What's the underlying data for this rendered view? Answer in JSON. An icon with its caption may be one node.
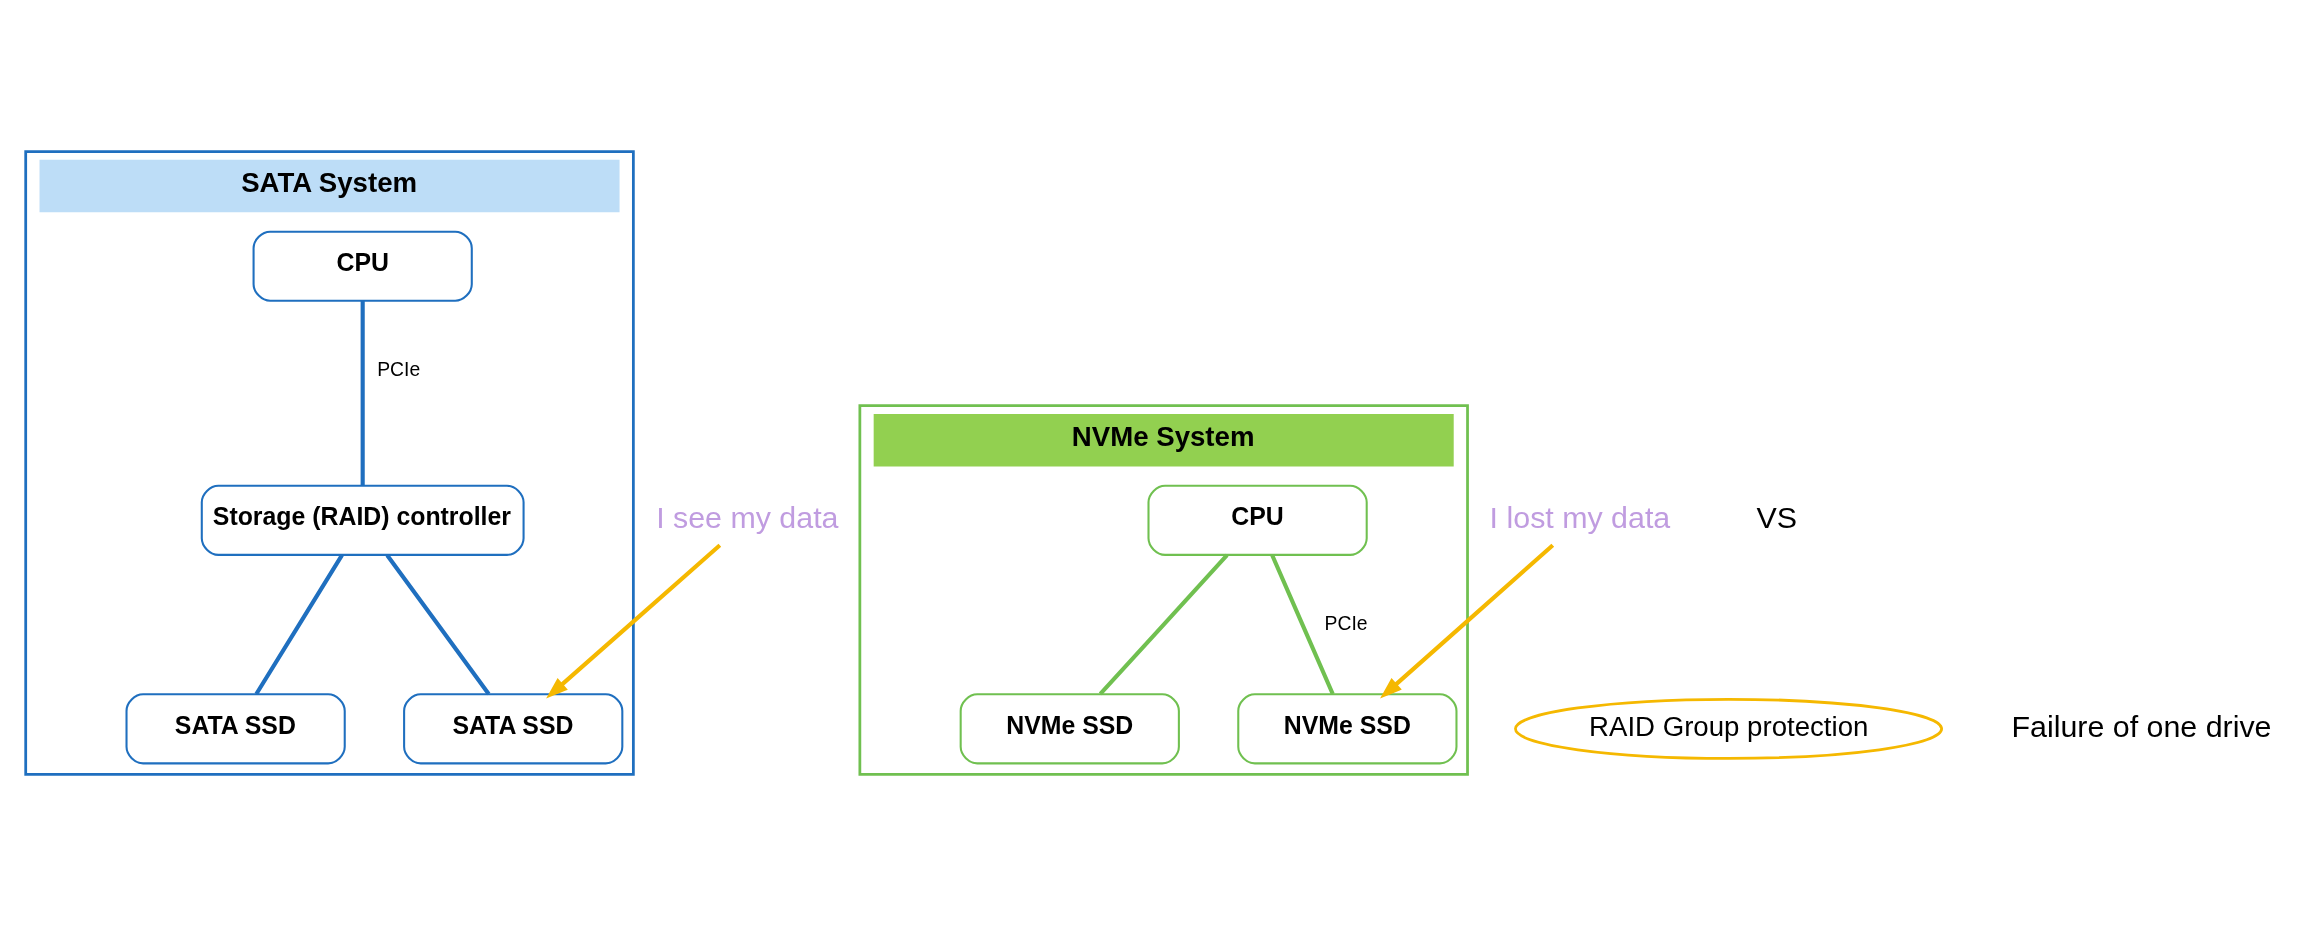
{
  "diagram": {
    "nodes": [
      {
        "text": [
          "SATA System"
        ]
      },
      {
        "text": [
          "CPU"
        ],
        "in": 0
      },
      {
        "text": [
          "Storage (RAID) controller"
        ],
        "in": 0
      },
      {
        "text": [
          "SATA SSD"
        ],
        "in": 0
      },
      {
        "text": [
          "SATA SSD"
        ],
        "in": 0
      },
      {
        "text": [
          "NVMe System"
        ]
      },
      {
        "text": [
          "CPU"
        ],
        "in": 5
      },
      {
        "text": [
          "NVMe SSD"
        ],
        "in": 5
      },
      {
        "text": [
          "NVMe SSD"
        ],
        "in": 5
      },
      {
        "text": [
          "I see my data"
        ]
      },
      {
        "text": [
          "I lost my data"
        ]
      },
      {
        "text": [
          "RAID Group protection"
        ]
      }
    ],
    "edges": [
      {
        "from": 1,
        "to": 2,
        "arrow": "none",
        "label": "PCIe",
        "color": "#1f6fbf"
      },
      {
        "from": 2,
        "to": 3,
        "arrow": "none",
        "color": "#1f6fbf"
      },
      {
        "from": 2,
        "to": 4,
        "arrow": "none",
        "color": "#1f6fbf"
      },
      {
        "from": 6,
        "to": 7,
        "arrow": "none",
        "label": "PCIe",
        "color": "#70c050"
      },
      {
        "from": 6,
        "to": 8,
        "arrow": "none",
        "color": "#70c050"
      },
      {
        "from": 9,
        "to": 4,
        "arrow": "to",
        "color": "#f5b800"
      },
      {
        "from": 10,
        "to": 7,
        "arrow": "to",
        "color": "#f5b800"
      }
    ],
    "labels": [
      "VS",
      "Failure of one drive"
    ]
  }
}
